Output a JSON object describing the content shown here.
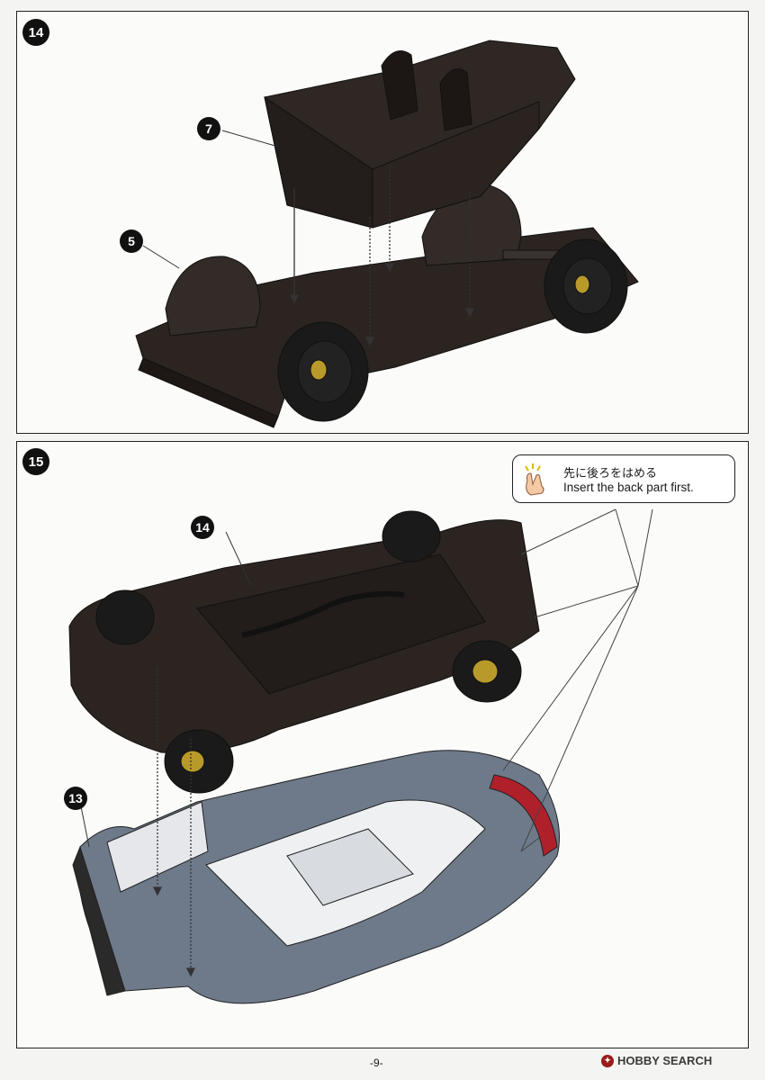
{
  "steps": [
    {
      "number": "14",
      "parts": [
        "7",
        "5"
      ]
    },
    {
      "number": "15",
      "parts": [
        "14",
        "13"
      ]
    }
  ],
  "tip": {
    "text_jp": "先に後ろをはめる",
    "text_en": "Insert the back part first.",
    "icon": "pointing-hand-icon"
  },
  "footer": {
    "page_number": "-9-",
    "brand": "HOBBY SEARCH"
  },
  "colors": {
    "chassis": "#2b2421",
    "body": "#6e7a8a",
    "wheel_accent": "#b89a2a",
    "tail_light": "#b0202a"
  }
}
